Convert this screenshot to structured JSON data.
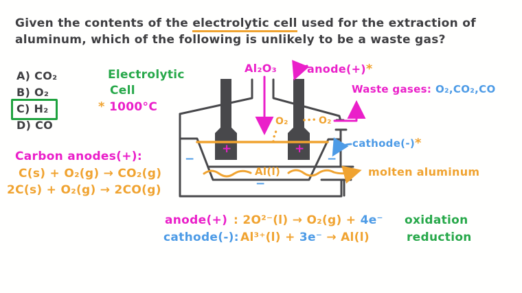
{
  "question": {
    "part1": "Given the contents of the ",
    "underlined": "electrolytic cell",
    "part2": " used for the extraction of",
    "line2": "aluminum, which of the following is unlikely to be a waste gas?"
  },
  "options": [
    {
      "label": "A) CO₂"
    },
    {
      "label": "B) O₂"
    },
    {
      "label": "C) H₂"
    },
    {
      "label": "D) CO"
    }
  ],
  "cell_note": {
    "title_line1": "Electrolytic",
    "title_line2": "Cell",
    "asterisk": "*",
    "temperature": "1000°C"
  },
  "anode_reactions": {
    "title": "Carbon anodes(+):",
    "equation1": "C(s) + O₂(g) → CO₂(g)",
    "equation2": "2C(s) + O₂(g) → 2CO(g)"
  },
  "diagram": {
    "feed_label": "Al₂O₃",
    "anode_label": "anode(+)",
    "anode_asterisk": "*",
    "waste_gases_label": "Waste gases:",
    "waste_gases_value": "O₂,CO₂,CO",
    "cathode_label": "cathode(-)",
    "cathode_asterisk": "*",
    "molten_aluminum_label": "molten aluminum",
    "liquid_aluminum_label": "Al(l)",
    "oxygen_bubble_1": "O₂",
    "oxygen_bubble_2": "O₂",
    "anode_charge": "+",
    "cathode_charge": "−"
  },
  "half_equations": {
    "anode_label": "anode(+)",
    "anode_colon": ":",
    "anode_lhs": "2O²⁻(l) → O₂(g) +",
    "anode_electrons": "4e⁻",
    "anode_type": "oxidation",
    "cathode_label": "cathode(-):",
    "cathode_lhs": "Al³⁺(l) +",
    "cathode_electrons": "3e⁻",
    "cathode_rhs": "→ Al(l)",
    "cathode_type": "reduction"
  },
  "colors": {
    "magenta": "#ea1fc9",
    "orange": "#f0a330",
    "blue": "#4d9be6",
    "green": "#27a84a",
    "ink": "#3e3e41"
  }
}
